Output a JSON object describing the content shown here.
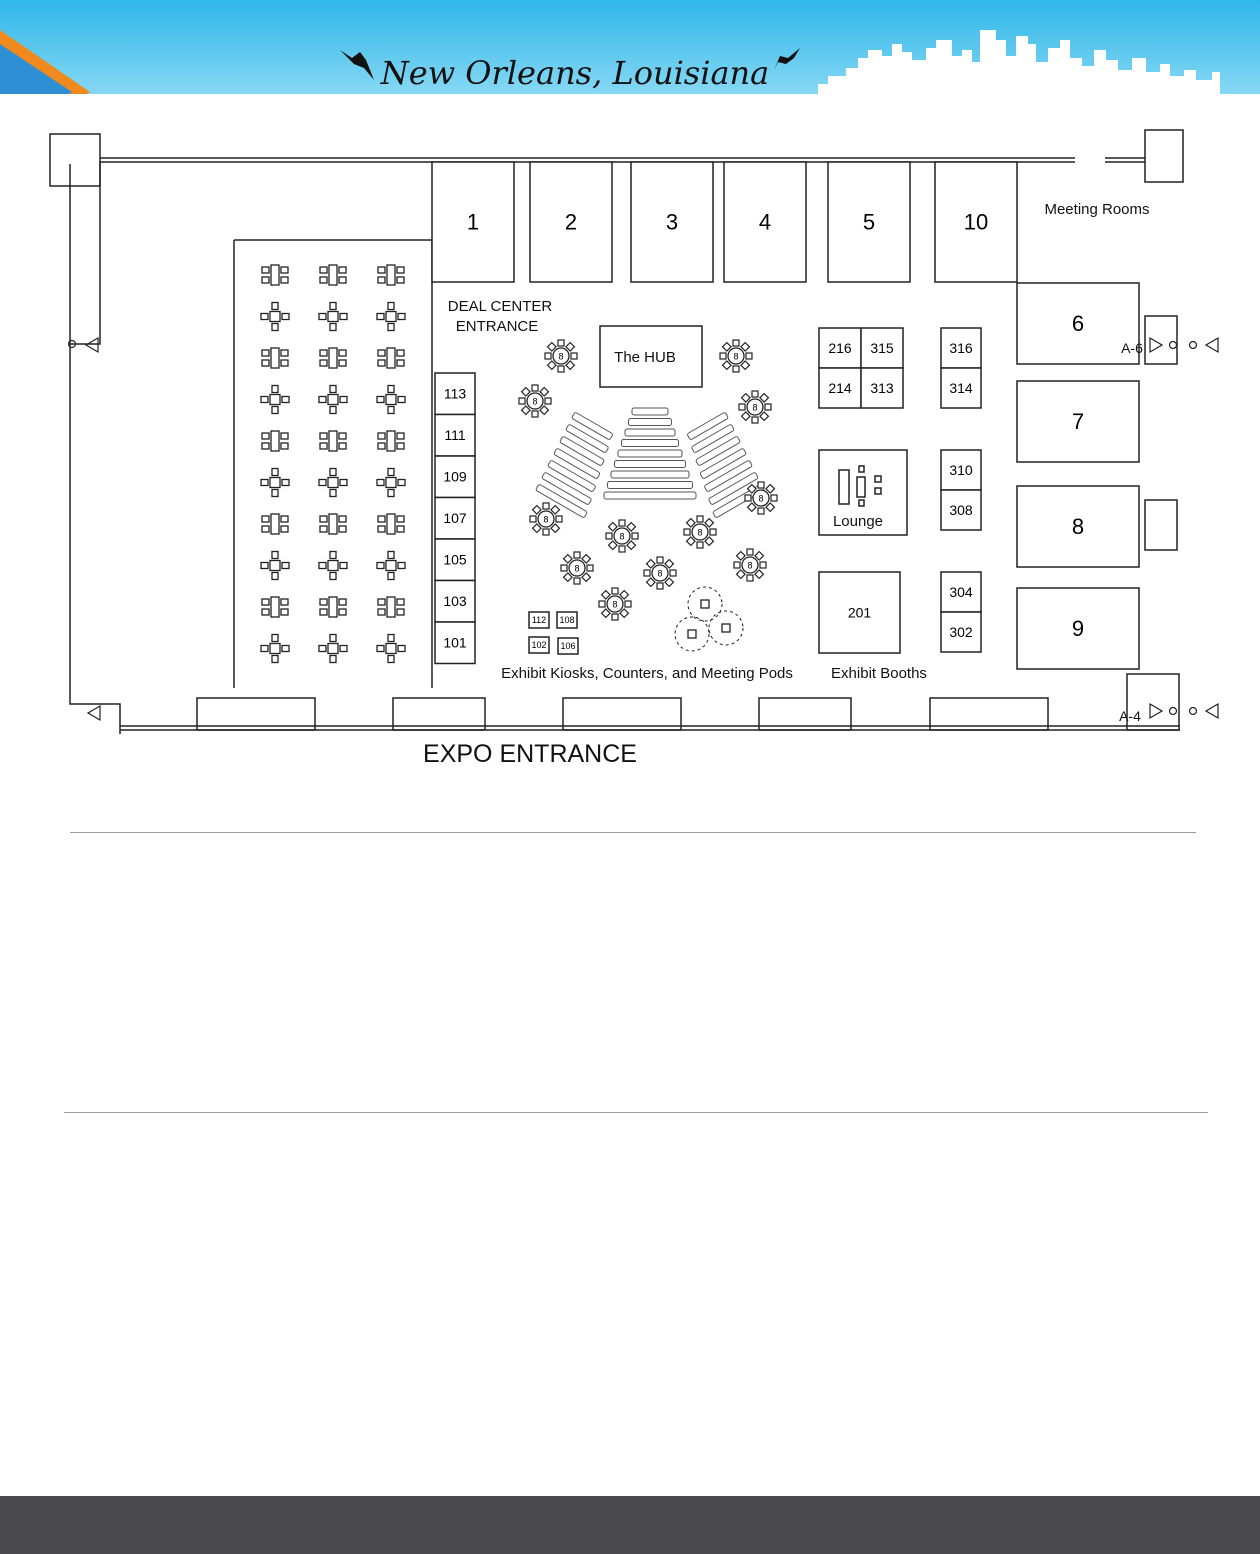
{
  "header": {
    "title": "New Orleans, Louisiana",
    "colors": {
      "sky_top": "#2fb6e8",
      "sky_bottom": "#7fd7f5",
      "arrow_orange": "#f08a1c",
      "arrow_blue": "#2e8fd4",
      "bird": "#111111"
    }
  },
  "map": {
    "section_labels": {
      "meeting_rooms": "Meeting Rooms",
      "deal_center_line1": "DEAL CENTER",
      "deal_center_line2": "ENTRANCE",
      "hub": "The HUB",
      "lounge": "Lounge",
      "exhibit_kiosks": "Exhibit Kiosks, Counters, and Meeting Pods",
      "exhibit_booths": "Exhibit Booths",
      "expo_entrance": "EXPO ENTRANCE"
    },
    "meeting_rooms_top": [
      "1",
      "2",
      "3",
      "4",
      "5",
      "10"
    ],
    "meeting_rooms_right": [
      "6",
      "7",
      "8",
      "9"
    ],
    "door_labels": [
      "A-6",
      "A-4"
    ],
    "kiosk_column": [
      "113",
      "111",
      "109",
      "107",
      "105",
      "103",
      "101"
    ],
    "small_kiosks": [
      "112",
      "108",
      "102",
      "106"
    ],
    "booths_a": [
      "216",
      "315",
      "214",
      "313"
    ],
    "booths_b": [
      "316",
      "314",
      "310",
      "308",
      "304",
      "302"
    ],
    "booth_large": "201",
    "round_table_seats": "8"
  }
}
